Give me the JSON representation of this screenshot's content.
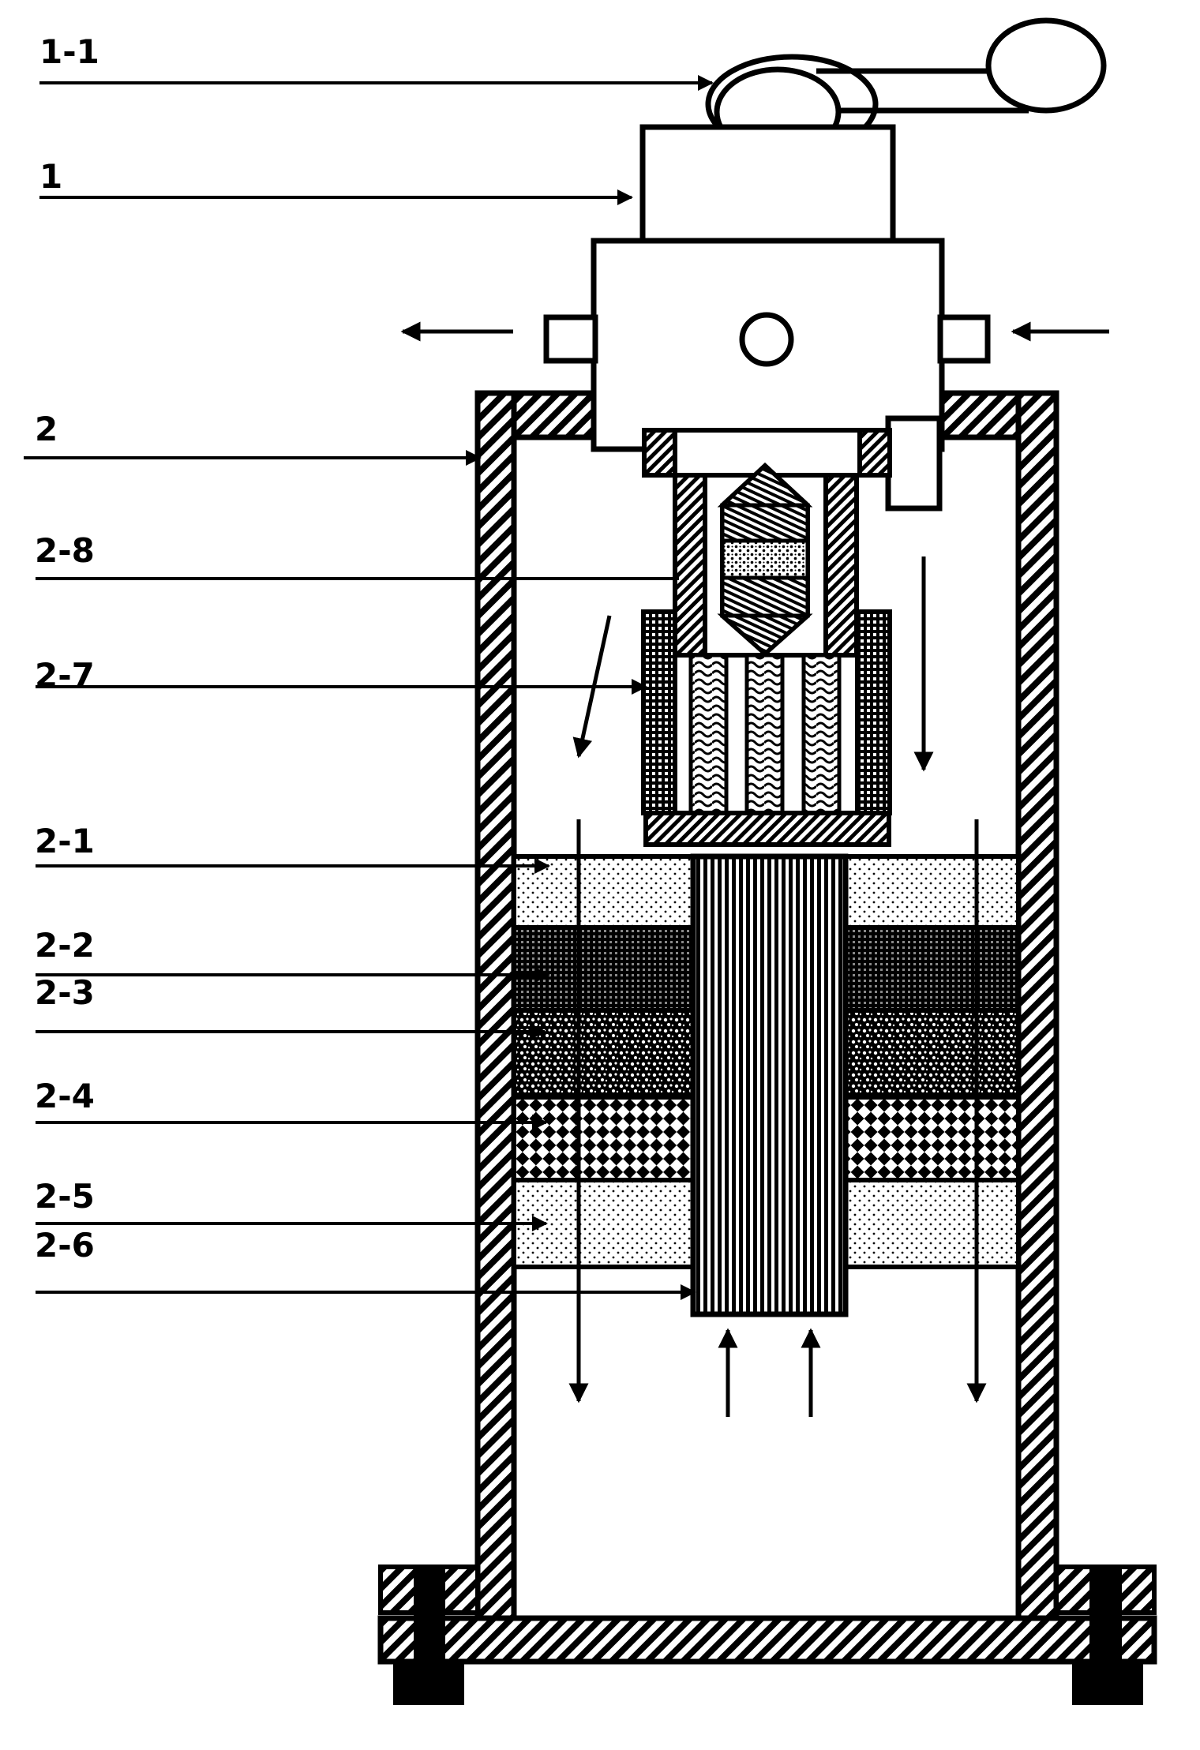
{
  "labels": {
    "l_1_1": "1-1",
    "l_1": "1",
    "l_2": "2",
    "l_2_8": "2-8",
    "l_2_7": "2-7",
    "l_2_1": "2-1",
    "l_2_2": "2-2",
    "l_2_3": "2-3",
    "l_2_4": "2-4",
    "l_2_5": "2-5",
    "l_2_6": "2-6"
  }
}
